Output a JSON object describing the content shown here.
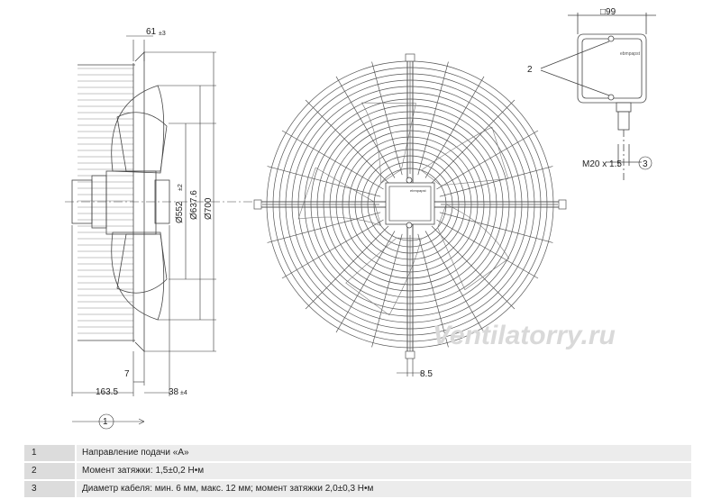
{
  "dimensions": {
    "d61": "61",
    "d61_tol": "±3",
    "d552": "Ø552",
    "d552_tol": "±2",
    "d637": "Ø637.6",
    "d700": "Ø700",
    "d7": "7",
    "d163": "163.5",
    "d38": "38",
    "d38_tol": "±4",
    "d85": "8.5",
    "d99": "□99",
    "m20": "M20 x 1.5",
    "d3": "3"
  },
  "callouts": {
    "c1": "1",
    "c2": "2",
    "c3": "3"
  },
  "box_label": "ebmpapst",
  "hub_label": "ebmpapst",
  "watermark": "Ventilatorry.ru",
  "notes": [
    {
      "num": "1",
      "text": "Направление подачи «A»"
    },
    {
      "num": "2",
      "text": "Момент затяжки: 1,5±0,2 Н•м"
    },
    {
      "num": "3",
      "text": "Диаметр кабеля: мин. 6 мм, макс. 12 мм; момент затяжки 2,0±0,3 Н•м"
    }
  ]
}
